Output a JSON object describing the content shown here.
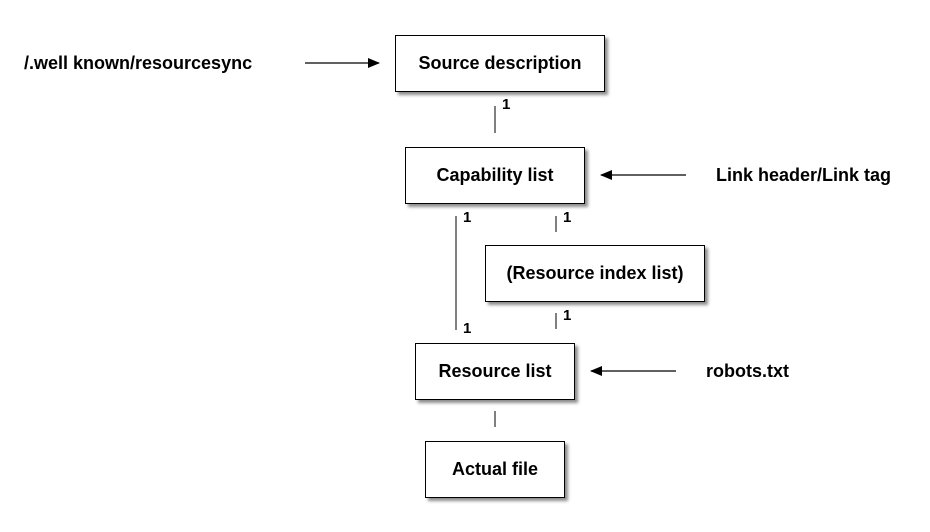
{
  "nodes": {
    "source_description": "Source description",
    "capability_list": "Capability list",
    "resource_index_list": "(Resource index list)",
    "resource_list": "Resource list",
    "actual_file": "Actual file"
  },
  "external": {
    "well_known": "/.well known/resourcesync",
    "link_header": "Link header/Link tag",
    "robots": "robots.txt"
  },
  "multiplicities": {
    "source_to_capability": "1",
    "capability_to_resource_list": "1",
    "capability_to_index": "1",
    "resource_list_from_capability": "1",
    "index_to_resource_list": "1"
  }
}
